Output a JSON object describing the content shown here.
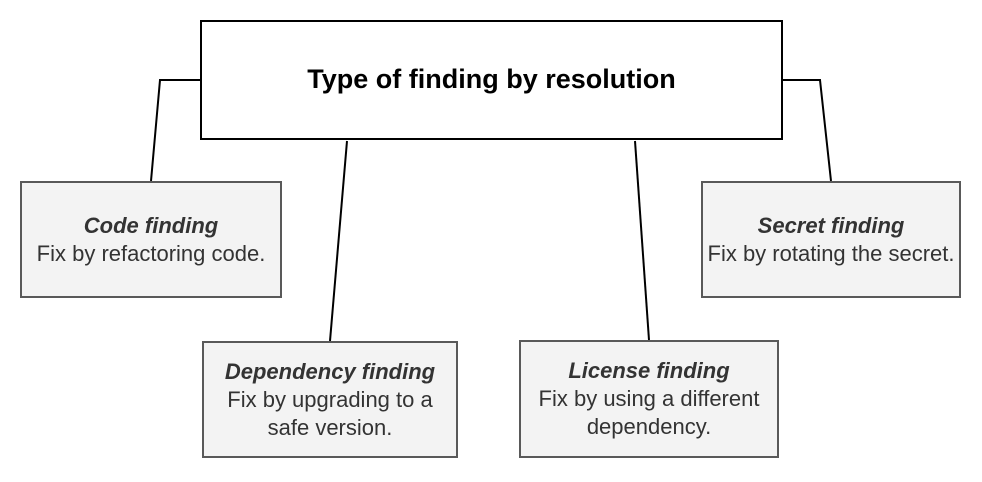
{
  "root": {
    "label": "Type of finding by resolution"
  },
  "nodes": [
    {
      "id": "code",
      "title": "Code finding",
      "description": "Fix by refactoring code."
    },
    {
      "id": "dependency",
      "title": "Dependency finding",
      "description": "Fix by upgrading to a safe version."
    },
    {
      "id": "license",
      "title": "License finding",
      "description": "Fix by using a different dependency."
    },
    {
      "id": "secret",
      "title": "Secret finding",
      "description": "Fix by rotating the secret."
    }
  ],
  "colors": {
    "root_fill": "#ffffff",
    "root_border": "#000000",
    "root_text": "#000000",
    "node_fill": "#f3f3f3",
    "node_border": "#595959",
    "node_text": "#333333",
    "connector": "#000000",
    "canvas_bg": "#ffffff"
  }
}
